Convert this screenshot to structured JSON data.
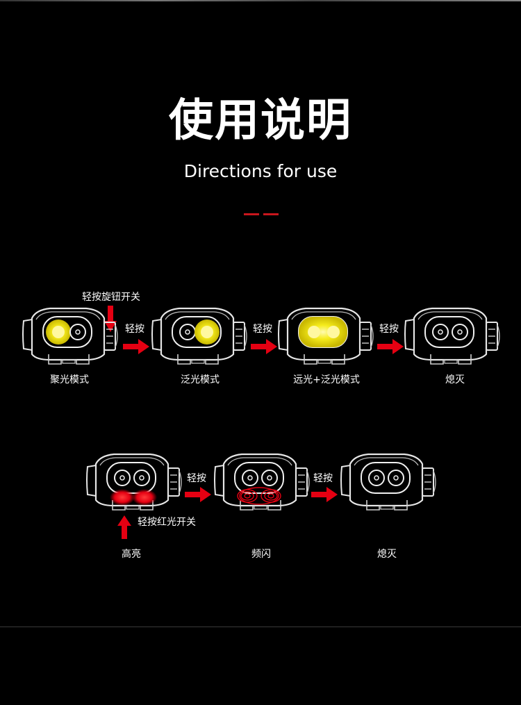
{
  "header": {
    "title": "使用说明",
    "subtitle": "Directions for use"
  },
  "row1": {
    "switch_note": "轻按旋钮开关",
    "arrow_label": "轻按",
    "captions": [
      "聚光模式",
      "泛光模式",
      "远光+泛光模式",
      "熄灭"
    ]
  },
  "row2": {
    "switch_note": "轻按红光开关",
    "arrow_label": "轻按",
    "captions": [
      "高亮",
      "频闪",
      "熄灭"
    ]
  },
  "colors": {
    "accent_red": "#c8161d",
    "arrow_red": "#e50012",
    "beam_yellow": "#f6ec1c",
    "background": "#000000"
  }
}
